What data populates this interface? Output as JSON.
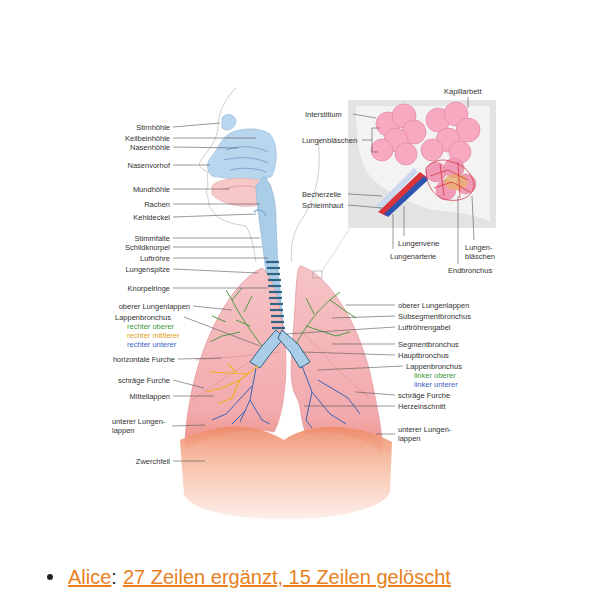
{
  "diagram": {
    "labels": [
      "Stirnhöhle",
      "Keilbeinhöhle",
      "Nasenhöhle",
      "Nasenvorhof",
      "Mundhöhle",
      "Rachen",
      "Kehldeckel",
      "Stimmfalte",
      "Schildknorpel",
      "Luftröhre",
      "Lungenspitze",
      "Knorpelringe",
      "oberer Lungenlappen",
      "Lappenbronchus",
      "rechter oberer",
      "rechter mittlerer",
      "rechter unterer",
      "horizontale Furche",
      "schräge Furche",
      "Mittellappen",
      "unterer Lungen- lappen",
      "Zwerchfell",
      "Kapillarbett",
      "Interstitium",
      "Lungenbläschen",
      "Becherzelle",
      "Schleimhaut",
      "Lungenvene",
      "Lungenarterie",
      "Lungen- bläschen",
      "Endbronchus",
      "oberer Lungenlappen",
      "Subsegmentbronchus",
      "Luftröhrengabel",
      "Segmentbronchus",
      "Hauptbronchus",
      "Lappenbronchus",
      "linker oberer",
      "linker unterer",
      "schräge Furche",
      "Herzeinschnitt",
      "unterer Lungen- lappen",
      "Alice",
      ":",
      "27 Zeilen ergänzt, 15 Zeilen gelöscht"
    ]
  }
}
